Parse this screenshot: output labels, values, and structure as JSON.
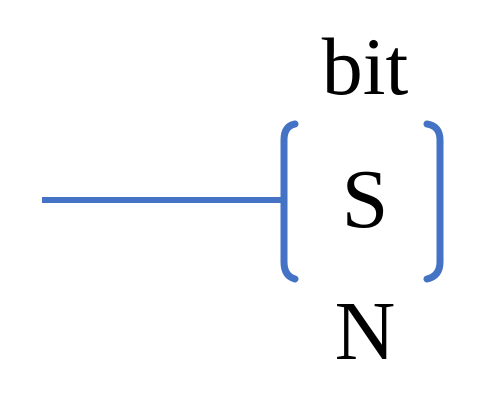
{
  "coil": {
    "variable": "bit",
    "instruction": "S",
    "count": "N"
  },
  "colors": {
    "wire": "#4472c4",
    "text": "#000000",
    "background": "#ffffff"
  }
}
